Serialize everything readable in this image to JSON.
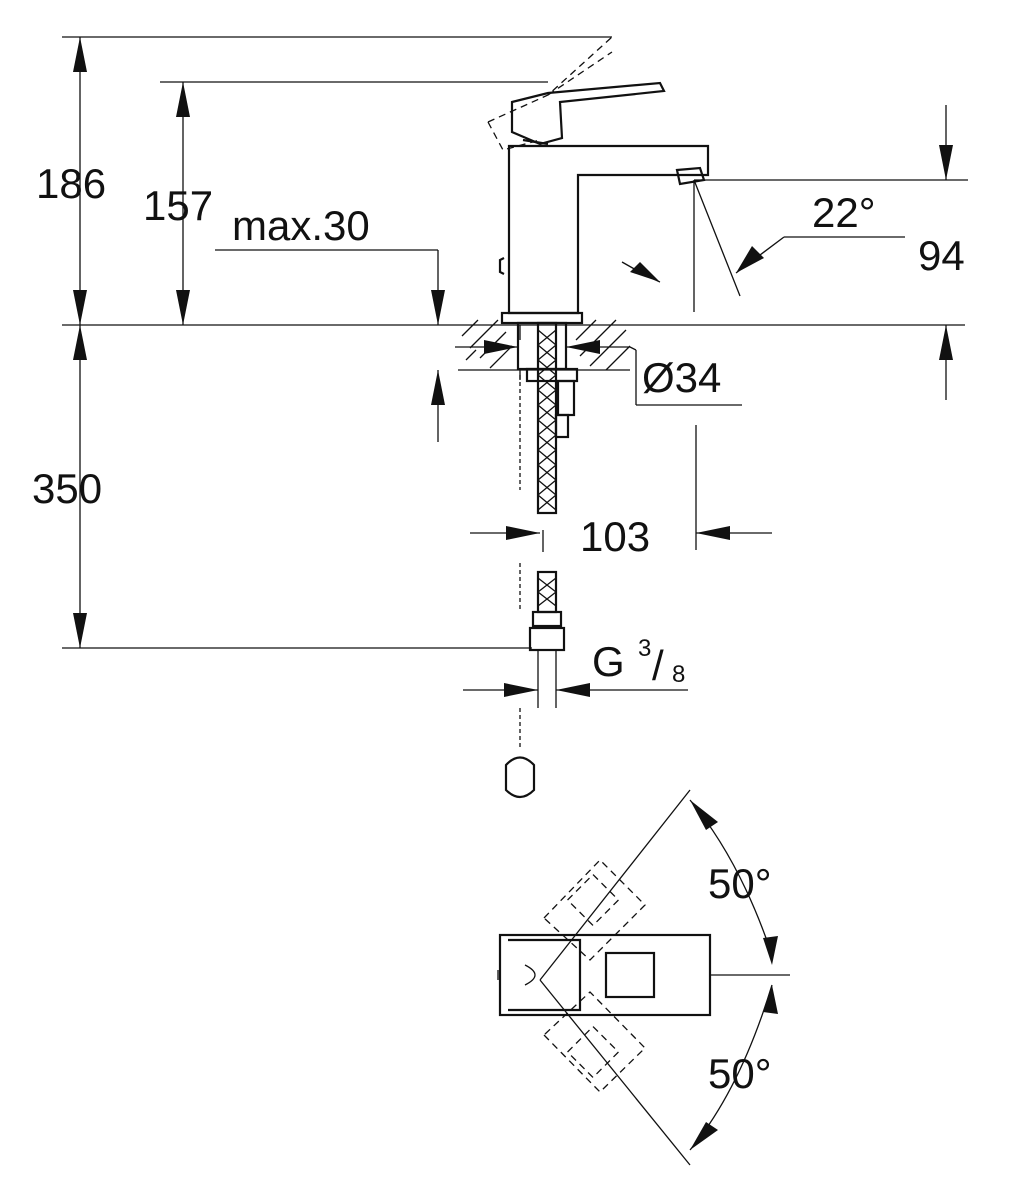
{
  "colors": {
    "line": "#111111",
    "background": "#ffffff"
  },
  "dimensions": {
    "height_186": "186",
    "height_157": "157",
    "max_30": "max.30",
    "angle_22": "22°",
    "spout_94": "94",
    "dia_34": "Ø34",
    "hose_350": "350",
    "reach_103": "103",
    "thread_g": "G",
    "thread_num": "3",
    "thread_slash": "/",
    "thread_den": "8",
    "rot_top": "50°",
    "rot_bottom": "50°"
  }
}
